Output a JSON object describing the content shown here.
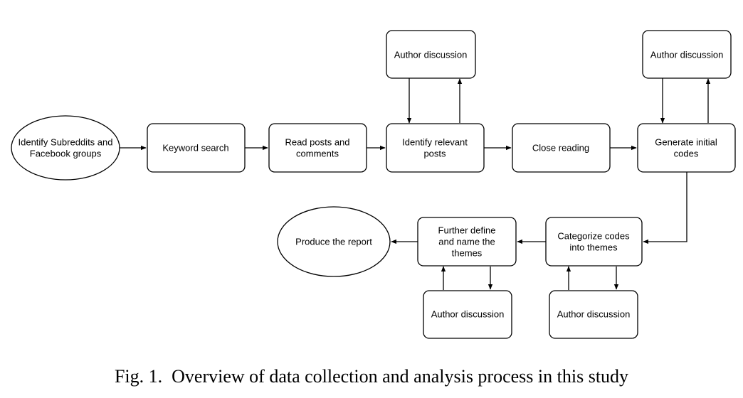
{
  "nodes": {
    "identify_sources": {
      "lines": [
        "Identify Subreddits and",
        "Facebook groups"
      ]
    },
    "keyword_search": {
      "lines": [
        "Keyword search"
      ]
    },
    "read_posts": {
      "lines": [
        "Read posts and",
        "comments"
      ]
    },
    "identify_relevant": {
      "lines": [
        "Identify relevant",
        "posts"
      ]
    },
    "close_reading": {
      "lines": [
        "Close reading"
      ]
    },
    "generate_codes": {
      "lines": [
        "Generate initial",
        "codes"
      ]
    },
    "categorize_codes": {
      "lines": [
        "Categorize codes",
        "into themes"
      ]
    },
    "define_themes": {
      "lines": [
        "Further define",
        "and name the",
        "themes"
      ]
    },
    "produce_report": {
      "lines": [
        "Produce the report"
      ]
    },
    "discussion_1": {
      "lines": [
        "Author discussion"
      ]
    },
    "discussion_2": {
      "lines": [
        "Author discussion"
      ]
    },
    "discussion_3": {
      "lines": [
        "Author discussion"
      ]
    },
    "discussion_4": {
      "lines": [
        "Author discussion"
      ]
    }
  },
  "caption": {
    "label": "Fig. 1.",
    "text": "Overview of data collection and analysis process in this study"
  },
  "colors": {
    "stroke": "#000000",
    "fill": "#ffffff",
    "text": "#000000"
  }
}
